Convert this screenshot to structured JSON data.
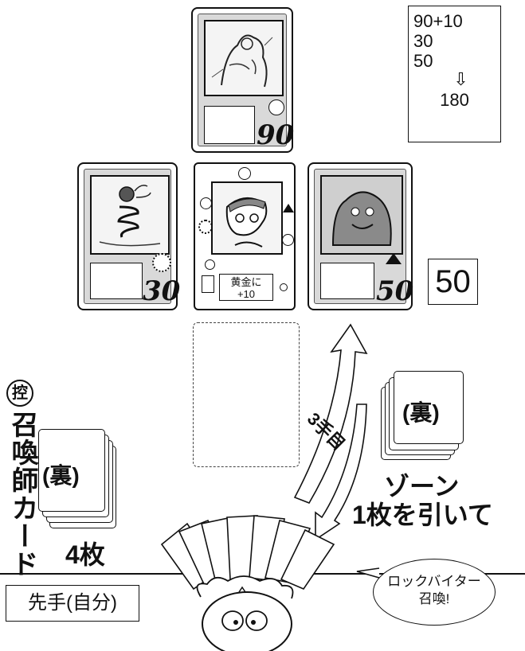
{
  "calculation": {
    "line1": "90+10",
    "line2": "30",
    "line3": "50",
    "arrow_glyph": "⇩",
    "total": "180"
  },
  "cards": {
    "top_monster": {
      "power": "90"
    },
    "left_monster": {
      "power": "30"
    },
    "right_monster": {
      "power": "50"
    },
    "center_summoner": {
      "effect_line1": "黄金に",
      "effect_line2": "+10"
    }
  },
  "power_total_box": "50",
  "draw_arrow_label": "3手目",
  "zone_deck": {
    "card_face": "(裏)",
    "caption_line1": "ゾーン",
    "caption_line2": "1枚を引いて"
  },
  "reserve": {
    "badge": "控",
    "title_vertical": "召喚師カード",
    "card_face": "(裏)",
    "count": "4枚"
  },
  "first_player_label": "先手(自分)",
  "speech_bubble": {
    "line1": "ロックバイター",
    "line2": "召喚!"
  }
}
